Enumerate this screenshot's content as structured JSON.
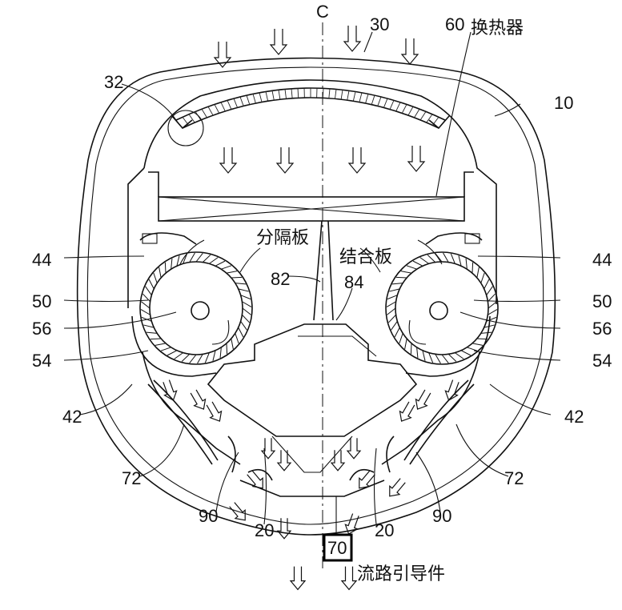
{
  "center_label": "C",
  "labels": {
    "l30": "30",
    "l60": "60",
    "heat_exchanger": "换热器",
    "l10": "10",
    "l32": "32",
    "partition": "分隔板",
    "joint_plate": "结合板",
    "l82": "82",
    "l84": "84",
    "l44_left": "44",
    "l44_right": "44",
    "l50_left": "50",
    "l50_right": "50",
    "l56_left": "56",
    "l56_right": "56",
    "l54_left": "54",
    "l54_right": "54",
    "l42_left": "42",
    "l42_right": "42",
    "l72_left": "72",
    "l72_right": "72",
    "l90_left": "90",
    "l90_right": "90",
    "l20_left": "20",
    "l20_right": "20",
    "l70": "70",
    "flow_guide": "流路引导件"
  }
}
